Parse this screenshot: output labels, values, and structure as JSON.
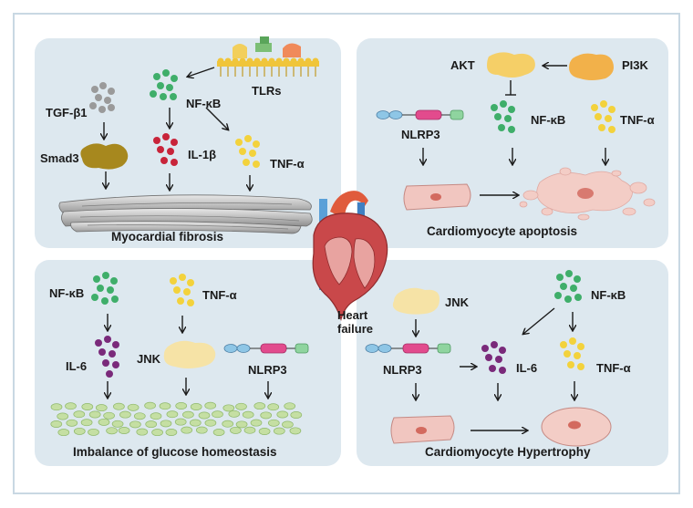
{
  "panels": {
    "fibrosis": {
      "title": "Myocardial fibrosis",
      "tgf": "TGF-β1",
      "smad": "Smad3",
      "nfkb": "NF-κB",
      "il1b": "IL-1β",
      "tnfa": "TNF-α",
      "tlrs": "TLRs"
    },
    "apoptosis": {
      "title": "Cardiomyocyte apoptosis",
      "akt": "AKT",
      "pi3k": "PI3K",
      "nlrp3": "NLRP3",
      "nfkb": "NF-κB",
      "tnfa": "TNF-α"
    },
    "glucose": {
      "title": "Imbalance of glucose homeostasis",
      "nfkb": "NF-κB",
      "tnfa": "TNF-α",
      "il6": "IL-6",
      "jnk": "JNK",
      "nlrp3": "NLRP3"
    },
    "hypertrophy": {
      "title": "Cardiomyocyte Hypertrophy",
      "jnk": "JNK",
      "nfkb": "NF-κB",
      "nlrp3": "NLRP3",
      "il6": "IL-6",
      "tnfa": "TNF-α"
    }
  },
  "center": {
    "line1": "Heart",
    "line2": "failure"
  },
  "colors": {
    "panel_bg": "#dde8ef",
    "frame": "#c9d8e3",
    "nfkb_green": "#3fae6a",
    "tgf_gray": "#9a9a9a",
    "il1b_red": "#c8243a",
    "tnfa_yellow": "#f3d23c",
    "il6_purple": "#7a2a7a",
    "smad3_olive": "#a7881e",
    "akt_yellow": "#f5cf67",
    "pi3k_orange": "#f2b14a",
    "jnk_cream": "#f6e3a6",
    "cell_pink": "#f1c6c0",
    "glucose_green": "#c5dfa3"
  }
}
